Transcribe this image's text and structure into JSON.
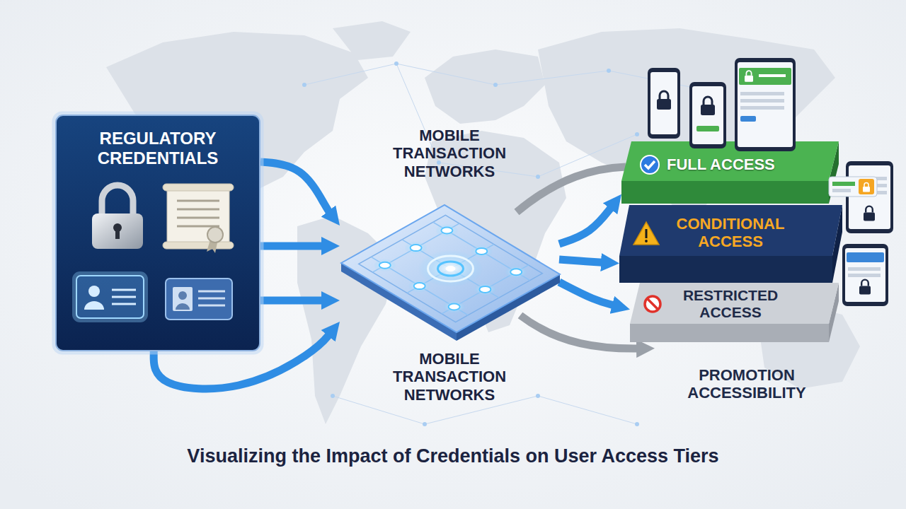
{
  "diagram": {
    "title": "Visualizing the Impact of Credentials on User Access Tiers",
    "nodes": [
      {
        "text": [
          "REGULATORY CREDENTIALS"
        ]
      },
      {
        "text": [
          "MOBILE TRANSACTION NETWORKS",
          "MOBILE TRANSACTION NETWORKS"
        ]
      },
      {
        "text": [
          "FULL ACCESS"
        ]
      },
      {
        "text": [
          "CONDITIONAL ACCESS"
        ]
      },
      {
        "text": [
          "RESTRICTED ACCESS"
        ]
      }
    ],
    "edges": [
      {
        "from": 0,
        "to": 1,
        "arrow": "to"
      },
      {
        "from": 0,
        "to": 1,
        "arrow": "to"
      },
      {
        "from": 0,
        "to": 1,
        "arrow": "to"
      },
      {
        "from": 0,
        "to": 1,
        "arrow": "to"
      },
      {
        "from": 1,
        "to": 2,
        "arrow": "to"
      },
      {
        "from": 1,
        "to": 3,
        "arrow": "to"
      },
      {
        "from": 1,
        "to": 4,
        "arrow": "to"
      }
    ],
    "labels": [
      "PROMOTION ACCESSIBILITY"
    ]
  }
}
